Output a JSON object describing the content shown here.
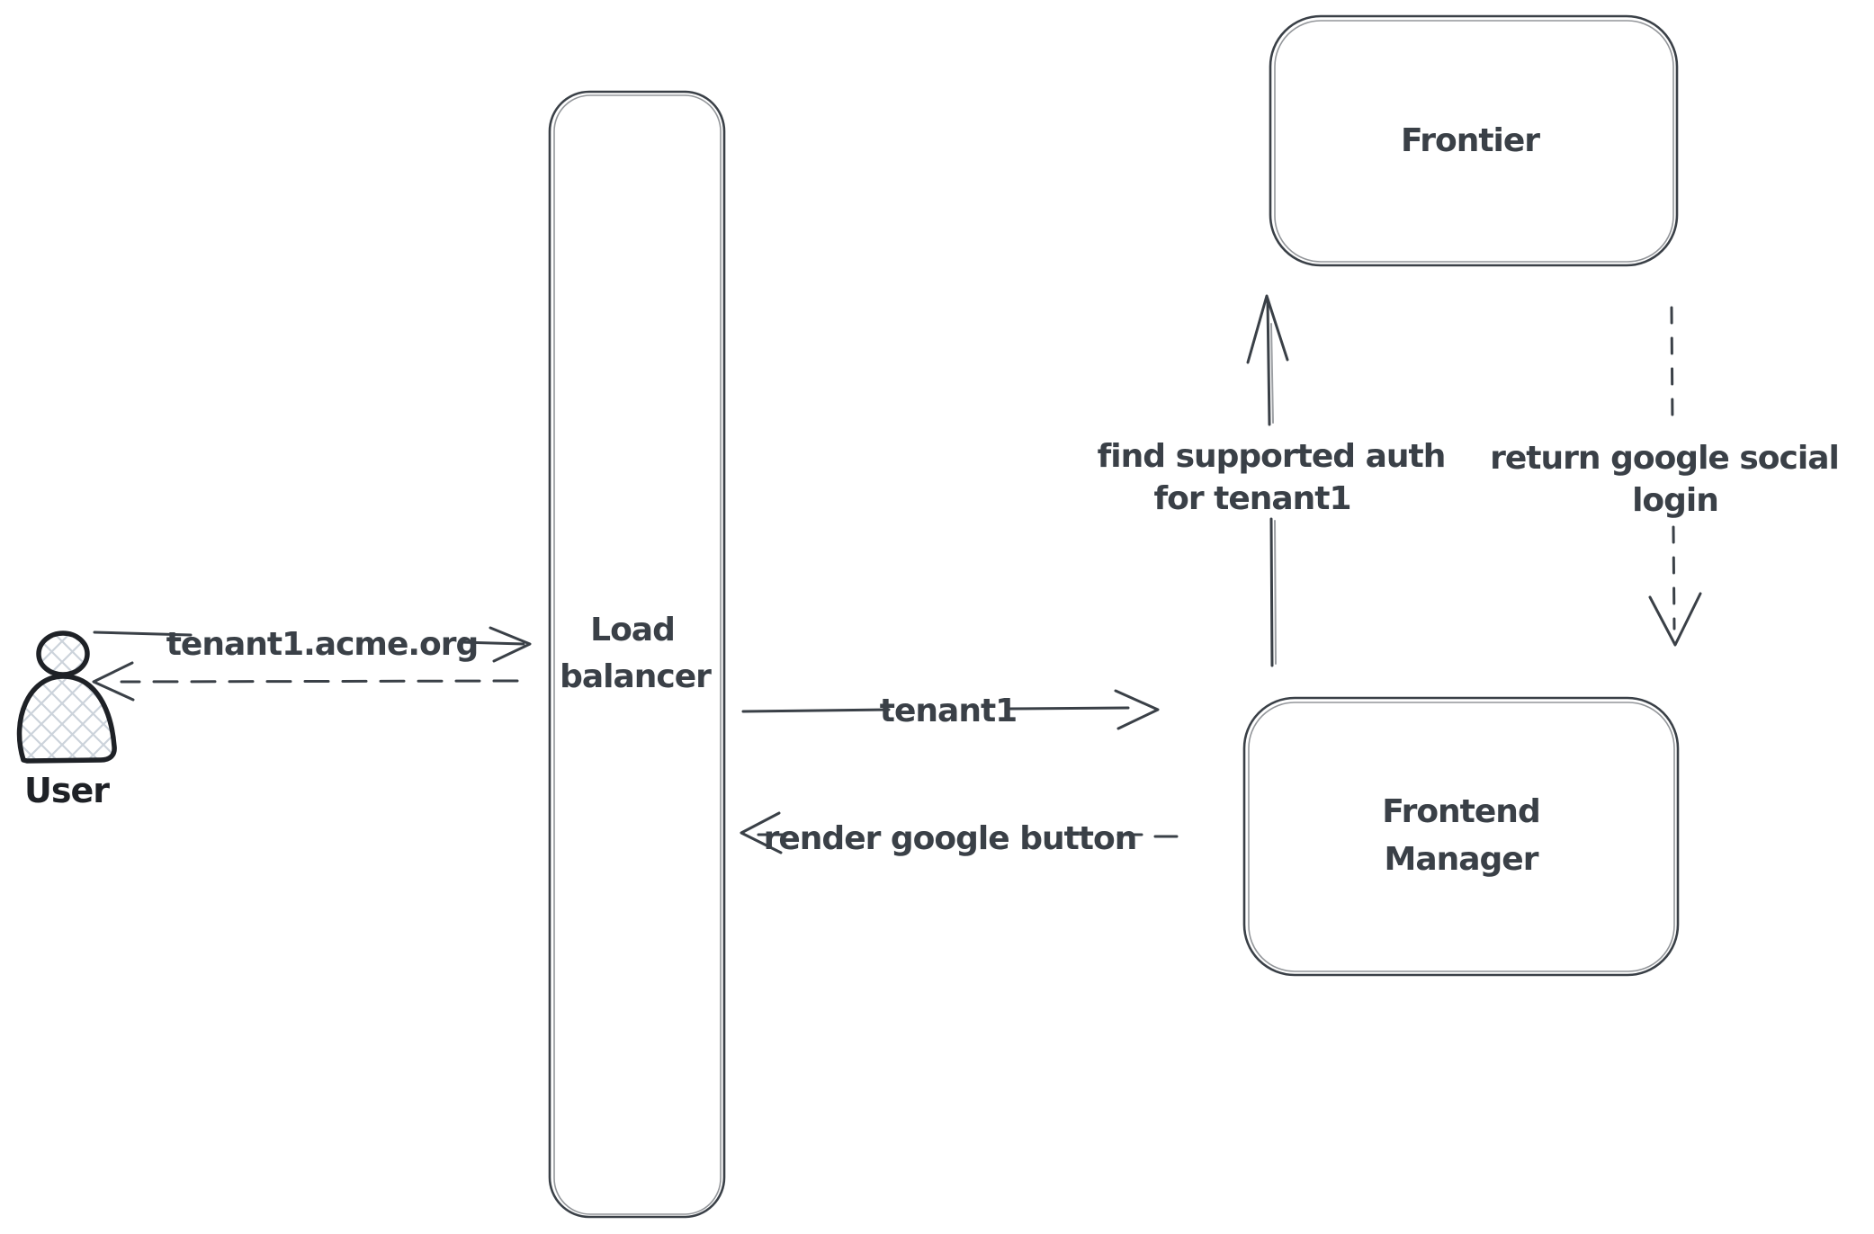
{
  "diagram_type": "sequence-architecture-sketch",
  "colors": {
    "background": "#ffffff",
    "ink": "#3a4047",
    "user_ink": "#1e2126",
    "crosshatch_fill": "#ccd3db"
  },
  "actors": {
    "user": {
      "label": "User"
    },
    "load_balancer": {
      "line1": "Load",
      "line2": "balancer"
    },
    "frontier": {
      "label": "Frontier"
    },
    "frontend_manager": {
      "line1": "Frontend",
      "line2": "Manager"
    }
  },
  "arrows": {
    "user_to_lb": {
      "label": "tenant1.acme.org",
      "style": "solid",
      "from": "User",
      "to": "Load balancer"
    },
    "lb_to_user": {
      "label": "",
      "style": "dashed",
      "from": "Load balancer",
      "to": "User"
    },
    "lb_to_fm": {
      "label": "tenant1",
      "style": "solid",
      "from": "Load balancer",
      "to": "Frontend Manager"
    },
    "fm_to_lb": {
      "label": "render google button",
      "style": "dashed",
      "from": "Frontend Manager",
      "to": "Load balancer"
    },
    "fm_to_frontier": {
      "line1": "find supported auth",
      "line2": "for tenant1",
      "style": "solid",
      "from": "Frontend Manager",
      "to": "Frontier"
    },
    "frontier_to_fm": {
      "line1": "return google social",
      "line2": "login",
      "style": "dashed",
      "from": "Frontier",
      "to": "Frontend Manager"
    }
  }
}
